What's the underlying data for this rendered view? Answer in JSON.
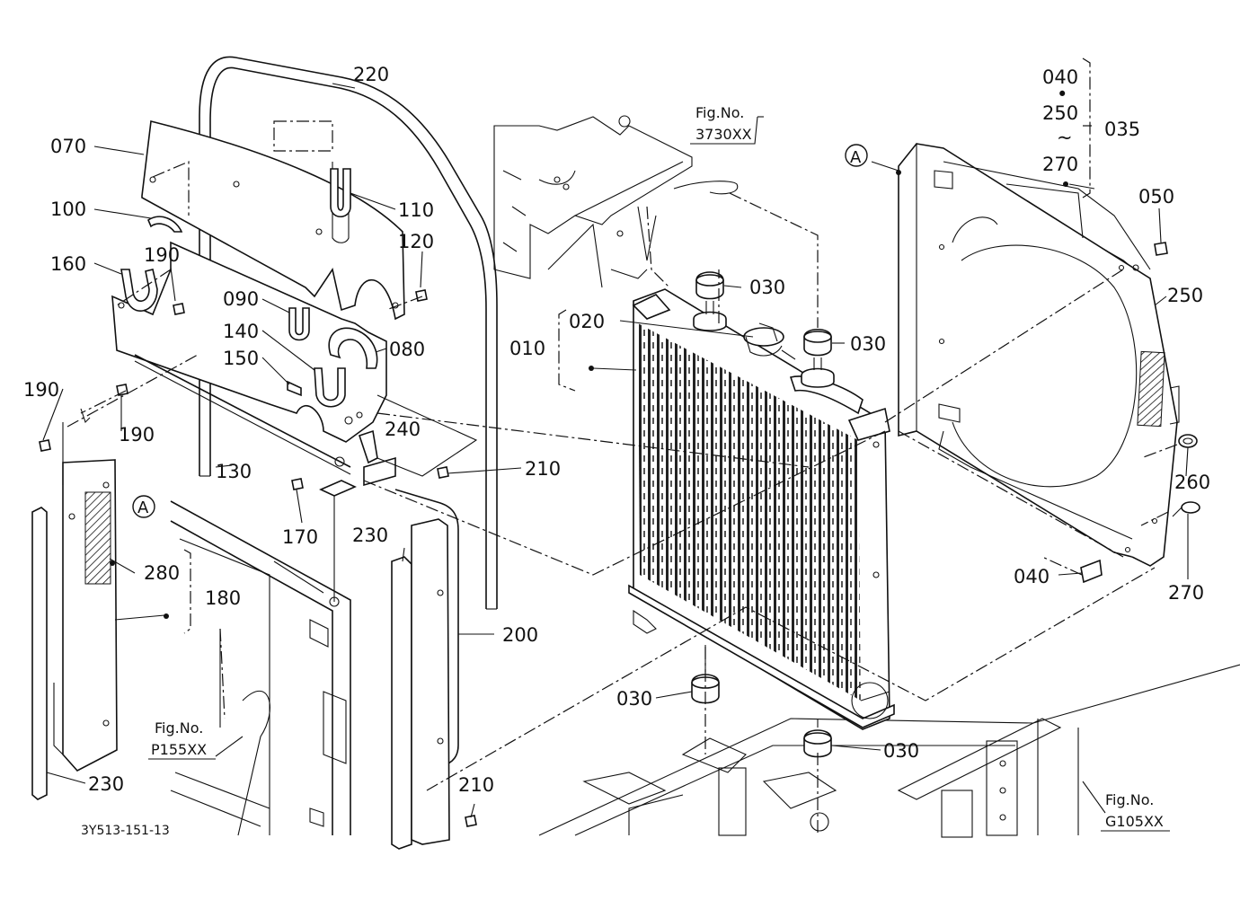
{
  "part_numbers": {
    "p010": "010",
    "p020": "020",
    "p030a": "030",
    "p030b": "030",
    "p030c": "030",
    "p030d": "030",
    "p035": "035",
    "p040_top": "040",
    "p040": "040",
    "p050": "050",
    "p070": "070",
    "p080": "080",
    "p090": "090",
    "p100": "100",
    "p110": "110",
    "p120": "120",
    "p130": "130",
    "p140": "140",
    "p150": "150",
    "p160": "160",
    "p170": "170",
    "p180": "180",
    "p190a": "190",
    "p190b": "190",
    "p190c": "190",
    "p200": "200",
    "p210a": "210",
    "p210b": "210",
    "p220": "220",
    "p230a": "230",
    "p230b": "230",
    "p240": "240",
    "p250_top": "250",
    "p250": "250",
    "p260": "260",
    "p270_top": "270",
    "p270": "270",
    "p280": "280"
  },
  "range_marks": {
    "dot": "•",
    "tilde": "~"
  },
  "callouts": {
    "a1": "A",
    "a2": "A"
  },
  "figure_refs": [
    {
      "prefix": "Fig.No.",
      "code": "3730XX"
    },
    {
      "prefix": "Fig.No.",
      "code": "P155XX"
    },
    {
      "prefix": "Fig.No.",
      "code": "G105XX"
    }
  ],
  "drawing_code": "3Y513-151-13",
  "colors": {
    "line": "#111111",
    "background": "#ffffff"
  }
}
